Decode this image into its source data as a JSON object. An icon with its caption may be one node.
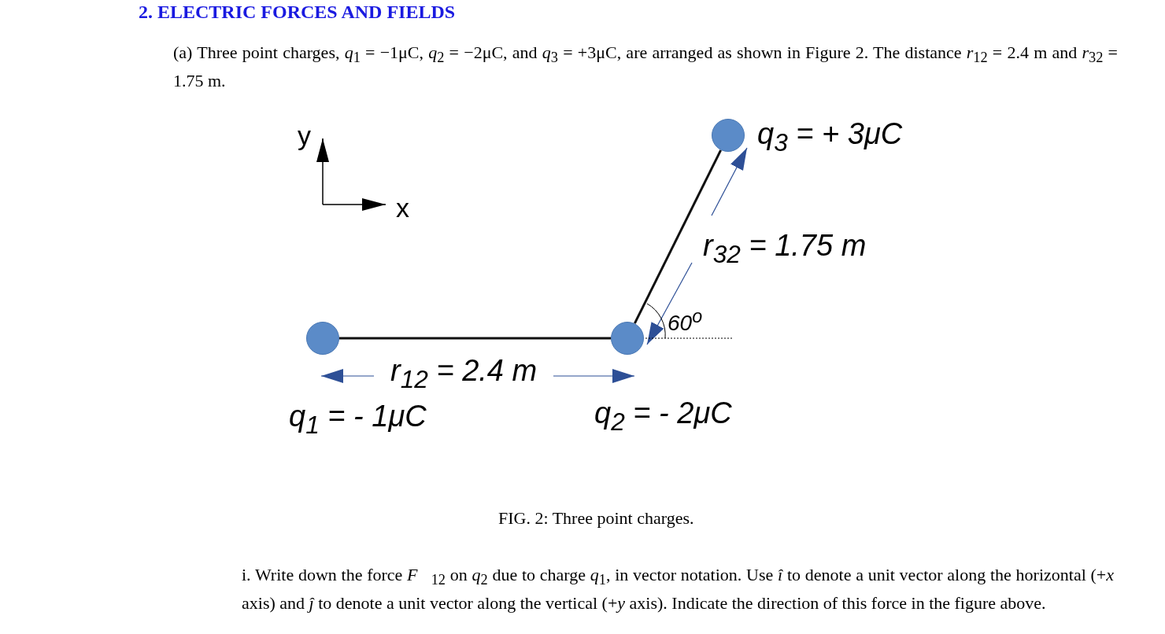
{
  "diagram": {
    "title": "2. ELECTRIC FORCES AND FIELDS",
    "caption": "FIG. 2: Three point charges.",
    "nodes": [
      {
        "text": [],
        "shape": "circle",
        "beside": [
          "q$_{1}$ = - 1μC"
        ]
      },
      {
        "text": [],
        "shape": "circle",
        "beside": [
          "q$_{2}$ = - 2μC"
        ]
      },
      {
        "text": [],
        "shape": "circle",
        "beside": [
          "q$_{3}$ = + 3μC"
        ]
      }
    ],
    "edges": [
      {
        "from": 0,
        "to": 1,
        "arrow": "none"
      },
      {
        "from": 1,
        "to": 2,
        "arrow": "none"
      }
    ],
    "labels": [
      "(a) Three point charges, *q*$_{1}$ = −1μC, *q*$_{2}$ = −2μC, and *q*$_{3}$ = +3μC, are arranged as shown in Figure 2. The distance *r*$_{12}$ = 2.4 m and *r*$_{32}$ = 1.75 m.",
      "y",
      "x",
      "r$_{32}$ = 1.75 m",
      "60$^{o}$",
      "r$_{12}$ = 2.4 m",
      "i. Write down the force *F⃗*$_{12}$ on *q*$_{2}$ due to charge *q*$_{1}$, in vector notation. Use *î* to denote a unit vector along the horizontal (+*x* axis) and *ĵ* to denote a unit vector along the vertical (+*y* axis). Indicate the direction of this force in the figure above."
    ]
  }
}
